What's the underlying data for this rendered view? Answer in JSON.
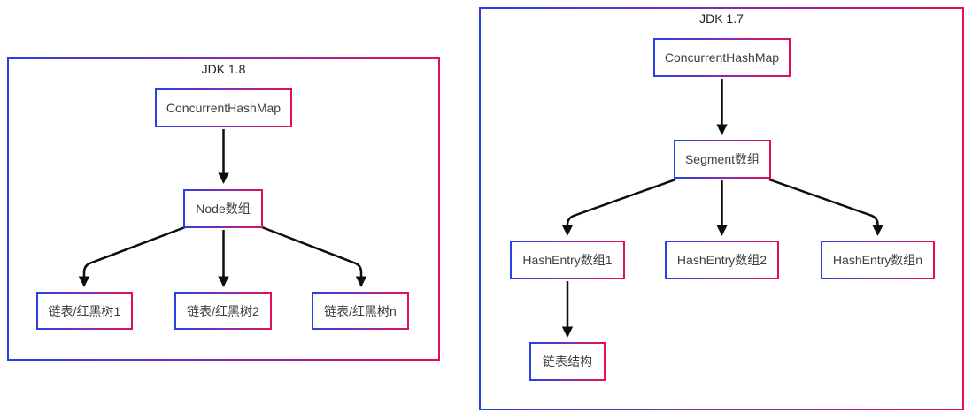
{
  "diagrams": {
    "jdk18": {
      "title": "JDK 1.8",
      "nodes": {
        "root": "ConcurrentHashMap",
        "array": "Node数组",
        "bucket1": "链表/红黑树1",
        "bucket2": "链表/红黑树2",
        "bucketn": "链表/红黑树n"
      },
      "edges": [
        {
          "from": "ConcurrentHashMap",
          "to": "Node数组"
        },
        {
          "from": "Node数组",
          "to": "链表/红黑树1"
        },
        {
          "from": "Node数组",
          "to": "链表/红黑树2"
        },
        {
          "from": "Node数组",
          "to": "链表/红黑树n"
        }
      ]
    },
    "jdk17": {
      "title": "JDK 1.7",
      "nodes": {
        "root": "ConcurrentHashMap",
        "array": "Segment数组",
        "bucket1": "HashEntry数组1",
        "bucket2": "HashEntry数组2",
        "bucketn": "HashEntry数组n",
        "list": "链表结构"
      },
      "edges": [
        {
          "from": "ConcurrentHashMap",
          "to": "Segment数组"
        },
        {
          "from": "Segment数组",
          "to": "HashEntry数组1"
        },
        {
          "from": "Segment数组",
          "to": "HashEntry数组2"
        },
        {
          "from": "Segment数组",
          "to": "HashEntry数组n"
        },
        {
          "from": "HashEntry数组1",
          "to": "链表结构"
        }
      ]
    }
  },
  "colors": {
    "border_gradient_start": "#2741e0",
    "border_gradient_end": "#e60d53",
    "arrow": "#0d0d0d",
    "text": "#3d3d3d",
    "background": "#ffffff"
  }
}
